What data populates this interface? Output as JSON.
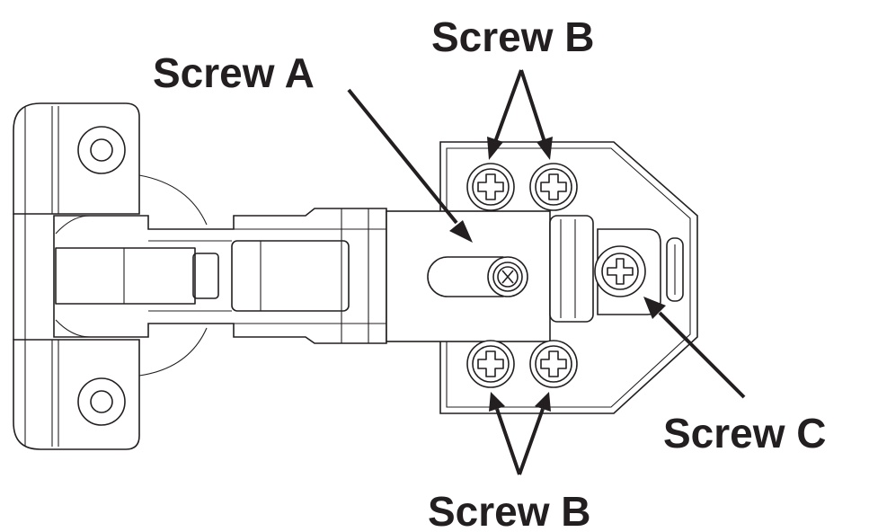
{
  "labels": {
    "screw_a": "Screw A",
    "screw_b_top": "Screw B",
    "screw_b_bottom": "Screw B",
    "screw_c": "Screw C"
  },
  "colors": {
    "ink": "#231f20",
    "background": "#ffffff"
  }
}
